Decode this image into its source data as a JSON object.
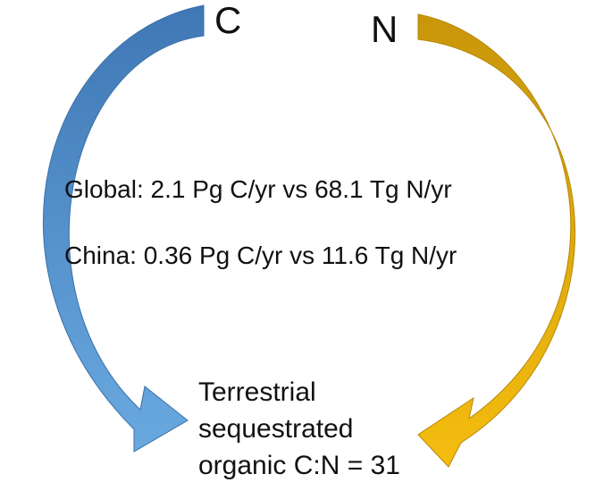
{
  "labels": {
    "carbon": "C",
    "nitrogen": "N"
  },
  "stats": {
    "global": "Global: 2.1 Pg C/yr vs 68.1 Tg N/yr",
    "china": "China: 0.36 Pg C/yr vs 11.6 Tg N/yr"
  },
  "result": {
    "line1": "Terrestrial",
    "line2": "sequestrated",
    "line3": "organic C:N = 31"
  },
  "colors": {
    "carbon_arrow_dark": "#3f78b5",
    "carbon_arrow_light": "#6aa9e0",
    "nitrogen_arrow_dark": "#c8960a",
    "nitrogen_arrow_light": "#f5bd0f"
  },
  "icons": {
    "carbon_arrow": "curved-arrow-icon",
    "nitrogen_arrow": "curved-arrow-icon"
  }
}
